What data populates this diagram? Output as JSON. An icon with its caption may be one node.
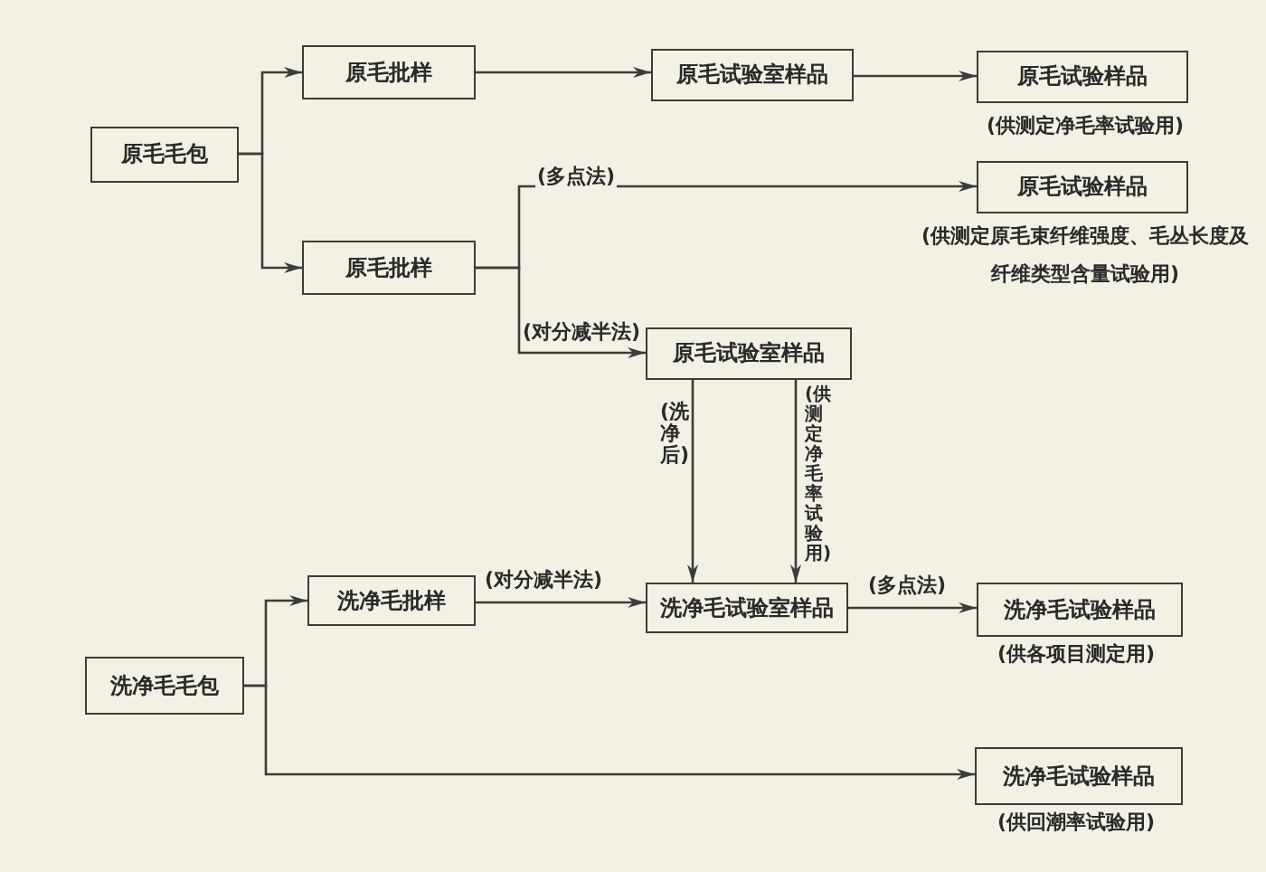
{
  "diagram": {
    "nodes": [
      {
        "text": [
          "原毛毛包"
        ]
      },
      {
        "text": [
          "原毛批样"
        ]
      },
      {
        "text": [
          "原毛批样"
        ]
      },
      {
        "text": [
          "原毛试验室样品"
        ]
      },
      {
        "text": [
          "原毛试验样品"
        ],
        "beside": [
          "(供测定净毛率试验用)"
        ]
      },
      {
        "text": [
          "原毛试验样品"
        ],
        "beside": [
          "(供测定原毛束纤维强度、毛丛长度及纤维类型含量试验用)"
        ]
      },
      {
        "text": [
          "原毛试验室样品"
        ]
      },
      {
        "text": [
          "洗净毛批样"
        ]
      },
      {
        "text": [
          "洗净毛毛包"
        ]
      },
      {
        "text": [
          "洗净毛试验室样品"
        ]
      },
      {
        "text": [
          "洗净毛试验样品"
        ],
        "beside": [
          "(供各项目测定用)"
        ]
      },
      {
        "text": [
          "洗净毛试验样品"
        ],
        "beside": [
          "(供回潮率试验用)"
        ]
      }
    ],
    "edges": [
      {
        "from": 0,
        "to": 1,
        "arrow": "to"
      },
      {
        "from": 0,
        "to": 2,
        "arrow": "to"
      },
      {
        "from": 1,
        "to": 3,
        "arrow": "to"
      },
      {
        "from": 3,
        "to": 4,
        "arrow": "to"
      },
      {
        "from": 2,
        "to": 5,
        "arrow": "to",
        "label": "(多点法)"
      },
      {
        "from": 2,
        "to": 6,
        "arrow": "to",
        "label": "(对分减半法)"
      },
      {
        "from": 6,
        "to": 9,
        "arrow": "to",
        "label": "(洗净后)"
      },
      {
        "from": 6,
        "to": 9,
        "arrow": "to",
        "label": "(供测定净毛率试验用)"
      },
      {
        "from": 8,
        "to": 7,
        "arrow": "to"
      },
      {
        "from": 8,
        "to": 11,
        "arrow": "to"
      },
      {
        "from": 7,
        "to": 9,
        "arrow": "to",
        "label": "(对分减半法)"
      },
      {
        "from": 9,
        "to": 10,
        "arrow": "to",
        "label": "(多点法)"
      }
    ]
  }
}
